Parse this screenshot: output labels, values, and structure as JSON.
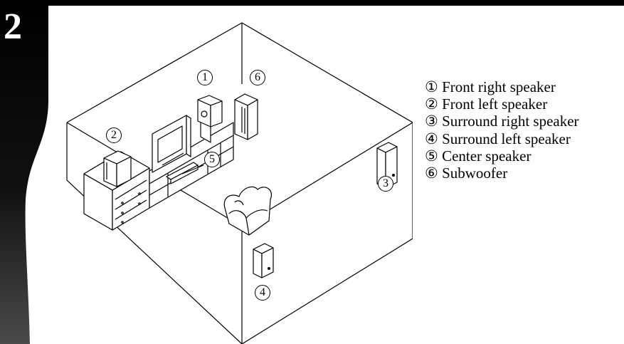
{
  "page": {
    "step_number": "2"
  },
  "diagram": {
    "markers": {
      "m1": "1",
      "m2": "2",
      "m3": "3",
      "m4": "4",
      "m5": "5",
      "m6": "6"
    }
  },
  "legend": [
    {
      "num": "①",
      "label": "Front right speaker"
    },
    {
      "num": "②",
      "label": "Front left speaker"
    },
    {
      "num": "③",
      "label": "Surround right speaker"
    },
    {
      "num": "④",
      "label": "Surround left speaker"
    },
    {
      "num": "⑤",
      "label": "Center speaker"
    },
    {
      "num": "⑥",
      "label": "Subwoofer"
    }
  ]
}
